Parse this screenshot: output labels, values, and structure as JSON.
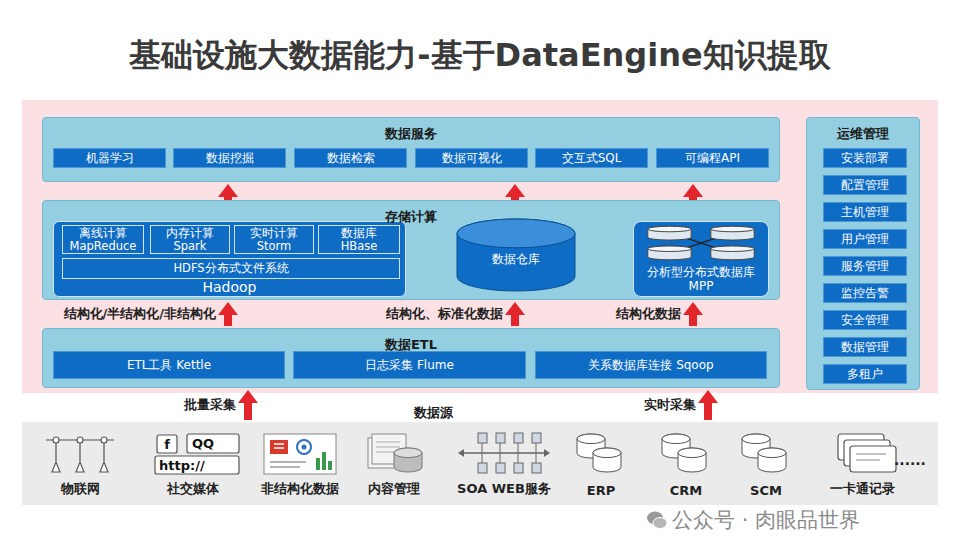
{
  "diagram": {
    "title": "基础设施大数据能力-基于DataEngine知识提取",
    "nodes": [
      {
        "text": [
          "数据服务"
        ]
      },
      {
        "text": [
          "机器学习"
        ],
        "in": 0
      },
      {
        "text": [
          "数据挖掘"
        ],
        "in": 0
      },
      {
        "text": [
          "数据检索"
        ],
        "in": 0
      },
      {
        "text": [
          "数据可视化"
        ],
        "in": 0
      },
      {
        "text": [
          "交互式SQL"
        ],
        "in": 0
      },
      {
        "text": [
          "可编程API"
        ],
        "in": 0
      },
      {
        "text": [
          "存储计算"
        ]
      },
      {
        "text": [
          "Hadoop"
        ],
        "in": 7
      },
      {
        "text": [
          "离线计算 MapReduce"
        ],
        "in": 8
      },
      {
        "text": [
          "内存计算 Spark"
        ],
        "in": 8
      },
      {
        "text": [
          "实时计算 Storm"
        ],
        "in": 8
      },
      {
        "text": [
          "数据库 HBase"
        ],
        "in": 8
      },
      {
        "text": [
          "HDFS分布式文件系统"
        ],
        "in": 8
      },
      {
        "text": [
          "数据仓库"
        ],
        "in": 7
      },
      {
        "text": [
          "分析型分布式数据库 MPP"
        ],
        "in": 7
      },
      {
        "text": [
          "数据ETL"
        ]
      },
      {
        "text": [
          "ETL工具 Kettle"
        ],
        "in": 16
      },
      {
        "text": [
          "日志采集 Flume"
        ],
        "in": 16
      },
      {
        "text": [
          "关系数据库连接 Sqoop"
        ],
        "in": 16
      },
      {
        "text": [
          "运维管理"
        ]
      },
      {
        "text": [
          "安装部署"
        ],
        "in": 20
      },
      {
        "text": [
          "配置管理"
        ],
        "in": 20
      },
      {
        "text": [
          "主机管理"
        ],
        "in": 20
      },
      {
        "text": [
          "用户管理"
        ],
        "in": 20
      },
      {
        "text": [
          "服务管理"
        ],
        "in": 20
      },
      {
        "text": [
          "监控告警"
        ],
        "in": 20
      },
      {
        "text": [
          "安全管理"
        ],
        "in": 20
      },
      {
        "text": [
          "数据管理"
        ],
        "in": 20
      },
      {
        "text": [
          "多租户"
        ],
        "in": 20
      },
      {
        "text": [
          "数据源"
        ]
      },
      {
        "text": [
          "物联网"
        ],
        "in": 30
      },
      {
        "text": [
          "社交媒体"
        ],
        "in": 30
      },
      {
        "text": [
          "非结构化数据"
        ],
        "in": 30
      },
      {
        "text": [
          "内容管理"
        ],
        "in": 30
      },
      {
        "text": [
          "SOA WEB服务"
        ],
        "in": 30
      },
      {
        "text": [
          "ERP"
        ],
        "in": 30
      },
      {
        "text": [
          "CRM"
        ],
        "in": 30
      },
      {
        "text": [
          "SCM"
        ],
        "in": 30
      },
      {
        "text": [
          "一卡通记录"
        ],
        "in": 30
      }
    ],
    "edges": [
      {
        "from": 8,
        "to": 14,
        "arrow": "to"
      },
      {
        "from": 15,
        "to": 14,
        "arrow": "to"
      },
      {
        "from": 8,
        "to": 0,
        "arrow": "to"
      },
      {
        "from": 14,
        "to": 0,
        "arrow": "to"
      },
      {
        "from": 15,
        "to": 0,
        "arrow": "to"
      },
      {
        "from": 16,
        "to": 7,
        "label": "结构化/半结构化/非结构化",
        "arrow": "to"
      },
      {
        "from": 16,
        "to": 7,
        "label": "结构化、标准化数据",
        "arrow": "to"
      },
      {
        "from": 16,
        "to": 7,
        "label": "结构化数据",
        "arrow": "to"
      },
      {
        "from": 30,
        "to": 16,
        "label": "批量采集",
        "arrow": "to"
      },
      {
        "from": 30,
        "to": 16,
        "label": "实时采集",
        "arrow": "to"
      }
    ],
    "labels": [
      "f",
      "QQ",
      "http://",
      "......",
      "公众号 · 肉眼品世界"
    ]
  }
}
